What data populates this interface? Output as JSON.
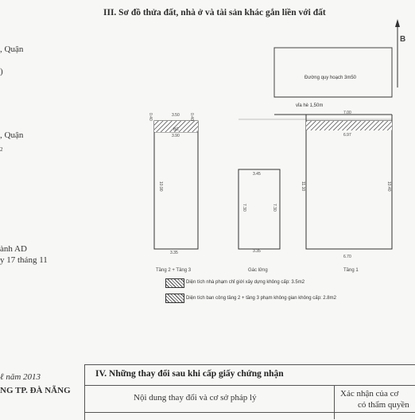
{
  "section3": {
    "title": "III. Sơ đồ thửa đất, nhà ở và tài sản khác gắn liền với đất"
  },
  "left_fragments": [
    ", Quận",
    ")",
    ", Quận",
    "2",
    "ành AD",
    "y 17 tháng 11",
    "ℓ năm 2013",
    "NG TP. ĐÀ NẴNG"
  ],
  "north_arrow": {
    "label": "B"
  },
  "plan": {
    "road_label": "Đường quy hoạch 3m50",
    "sidewalk_label": "vỉa hè 1,50m",
    "dims": {
      "t2_top": "3.50",
      "t2_inner": "3.90",
      "t2_side": "10.90",
      "t2_bottom": "3.35",
      "gac_top": "3.45",
      "gac_side_l": "7.30",
      "gac_side_r": "7.30",
      "gac_bottom": "3.35",
      "t1_top": "7.00",
      "t1_inner": "6.97",
      "t1_side_l": "11.10",
      "t1_side_r": "10.40",
      "t1_bottom": "6.70",
      "bc_label": "BC",
      "v1": "0.40",
      "v2": "0.40"
    },
    "floor_labels": {
      "tang23": "Tầng 2 + Tầng 3",
      "gac": "Gác lửng",
      "tang1": "Tầng 1"
    }
  },
  "legend": [
    {
      "text": "Diện tích nhà phạm chỉ giới xây dựng không cấp: 3.5m2"
    },
    {
      "text": "Diện tích ban công tầng 2 + tầng 3 phạm không gian không cấp: 2.8m2"
    }
  ],
  "section4": {
    "title": "IV. Những thay đổi sau khi cấp giấy chứng nhận",
    "col1": "Nội dung thay đổi và cơ sở pháp lý",
    "col2_line1": "Xác nhận của cơ",
    "col2_line2": "có thẩm quyền"
  }
}
